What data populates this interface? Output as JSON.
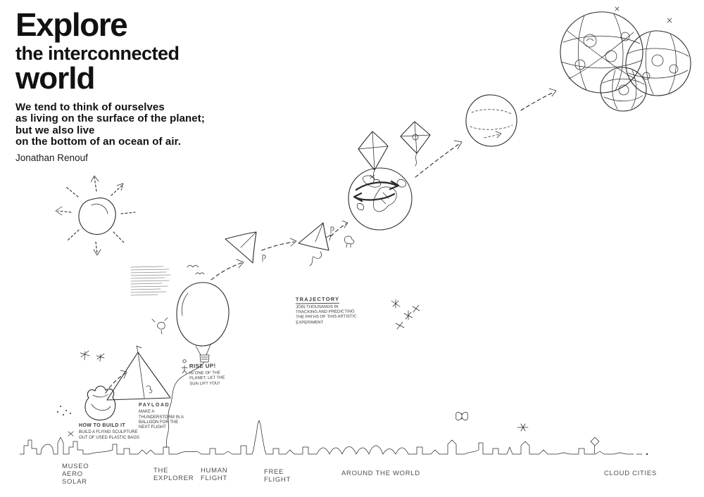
{
  "header": {
    "title_line1": "Explore",
    "title_line2": "the interconnected",
    "title_line3": "world",
    "quote_line1": "We tend to think of ourselves",
    "quote_line2": "as living on the surface of the planet;",
    "quote_line3": "but we also live",
    "quote_line4": "on the bottom of an ocean of air.",
    "author": "Jonathan Renouf"
  },
  "annotations": {
    "trajectory_title": "TRAJECTORY",
    "trajectory_body": "JOIN THOUSANDS IN TRACKING AND PREDICTING THE PATHS OF THIS ARTISTIC EXPERIMENT",
    "rise_up_title": "RISE UP!",
    "rise_up_body": "IN ONE OF THE PLANET, LET THE SUN LIFT YOU!",
    "payload_title": "PAYLOAD",
    "payload_body": "MAKE A THUNDERSTORM IN A BALLOON FOR THE NEXT FLIGHT",
    "how_to_build_title": "HOW TO BUILD IT",
    "how_to_build_body": "BUILD A FLYING SCULPTURE OUT OF USED PLASTIC BAGS"
  },
  "timeline": {
    "museo": [
      "MUSEO",
      "AERO",
      "SOLAR"
    ],
    "explorer": [
      "THE",
      "EXPLORER"
    ],
    "human_flight": [
      "HUMAN",
      "FLIGHT"
    ],
    "free_flight": [
      "FREE",
      "FLIGHT"
    ],
    "around_world": "AROUND THE WORLD",
    "cloud_cities": "CLOUD CITIES"
  },
  "artwork": {
    "elements": [
      "sun-sketch",
      "balloon-sketch",
      "tetrahedron-kite-sketch",
      "plastic-bag-sculpture-sketch",
      "paper-plane-sketch-1",
      "paper-plane-sketch-2",
      "kite-sketch-1",
      "kite-sketch-2",
      "globe-sketch",
      "moon-sketch",
      "cloud-cities-sketch",
      "city-skyline-sketch",
      "dashed-flight-path-arrows",
      "illegible-handwritten-note"
    ]
  },
  "colors": {
    "background": "#ffffff",
    "ink": "#2b2b2b",
    "muted_label": "#4d4d4d"
  }
}
